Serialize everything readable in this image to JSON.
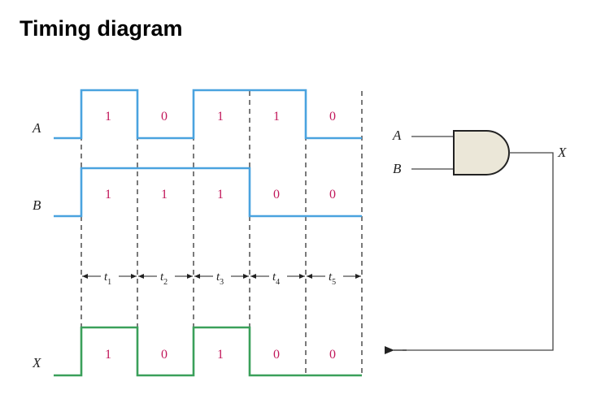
{
  "title": "Timing diagram",
  "signals": {
    "a": {
      "label": "A",
      "bits": [
        "1",
        "0",
        "1",
        "1",
        "0"
      ]
    },
    "b": {
      "label": "B",
      "bits": [
        "1",
        "1",
        "1",
        "0",
        "0"
      ]
    },
    "x": {
      "label": "X",
      "bits": [
        "1",
        "0",
        "1",
        "0",
        "0"
      ]
    }
  },
  "intervals": [
    {
      "t": "t",
      "sub": "1"
    },
    {
      "t": "t",
      "sub": "2"
    },
    {
      "t": "t",
      "sub": "3"
    },
    {
      "t": "t",
      "sub": "4"
    },
    {
      "t": "t",
      "sub": "5"
    }
  ],
  "gate": {
    "in_a": "A",
    "in_b": "B",
    "out": "X"
  },
  "colors": {
    "input_wave": "#4aa3df",
    "output_wave": "#3aa05a",
    "bit_text": "#c2185b",
    "gate_fill": "#ebe7d8"
  }
}
